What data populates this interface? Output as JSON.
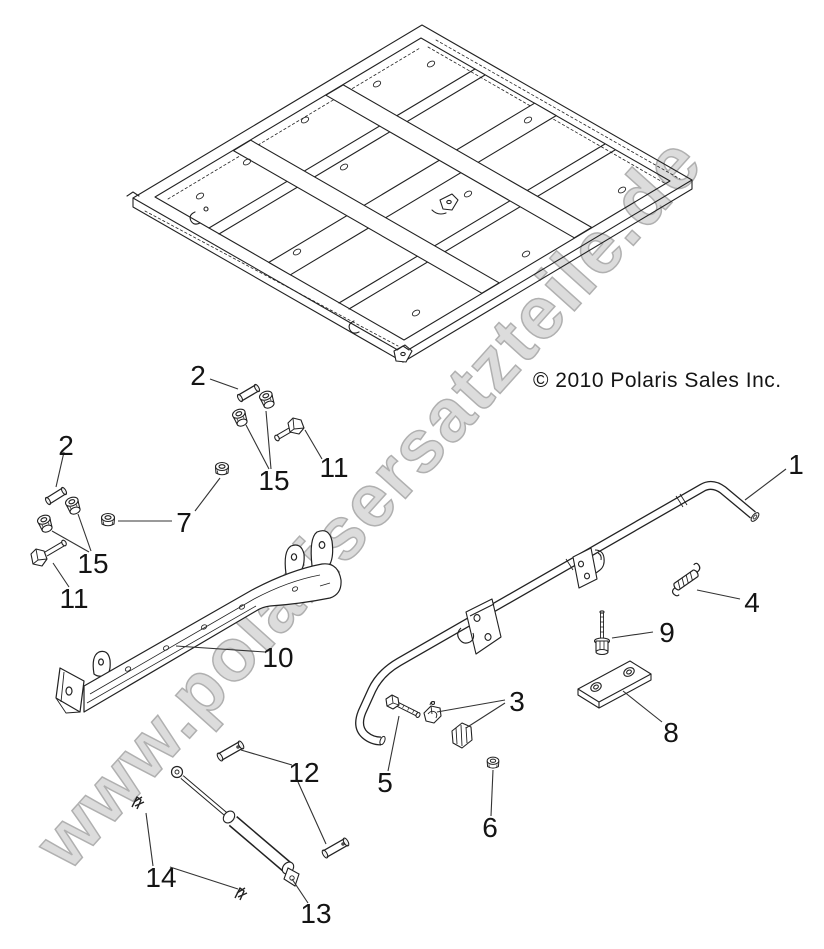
{
  "colors": {
    "background": "#ffffff",
    "line_art": "#222222",
    "watermark_fill": "#dcdcdc",
    "watermark_outline": "#b0b0b0",
    "callout_text": "#141414"
  },
  "watermark": {
    "text": "www.polarisersatzteile.de"
  },
  "copyright": {
    "text": "© 2010 Polaris Sales Inc."
  },
  "diagram": {
    "callouts": [
      {
        "label": "1"
      },
      {
        "label": "2"
      },
      {
        "label": "2"
      },
      {
        "label": "3"
      },
      {
        "label": "4"
      },
      {
        "label": "5"
      },
      {
        "label": "6"
      },
      {
        "label": "7"
      },
      {
        "label": "8"
      },
      {
        "label": "9"
      },
      {
        "label": "10"
      },
      {
        "label": "11"
      },
      {
        "label": "11"
      },
      {
        "label": "12"
      },
      {
        "label": "13"
      },
      {
        "label": "14"
      },
      {
        "label": "15"
      },
      {
        "label": "15"
      }
    ]
  }
}
